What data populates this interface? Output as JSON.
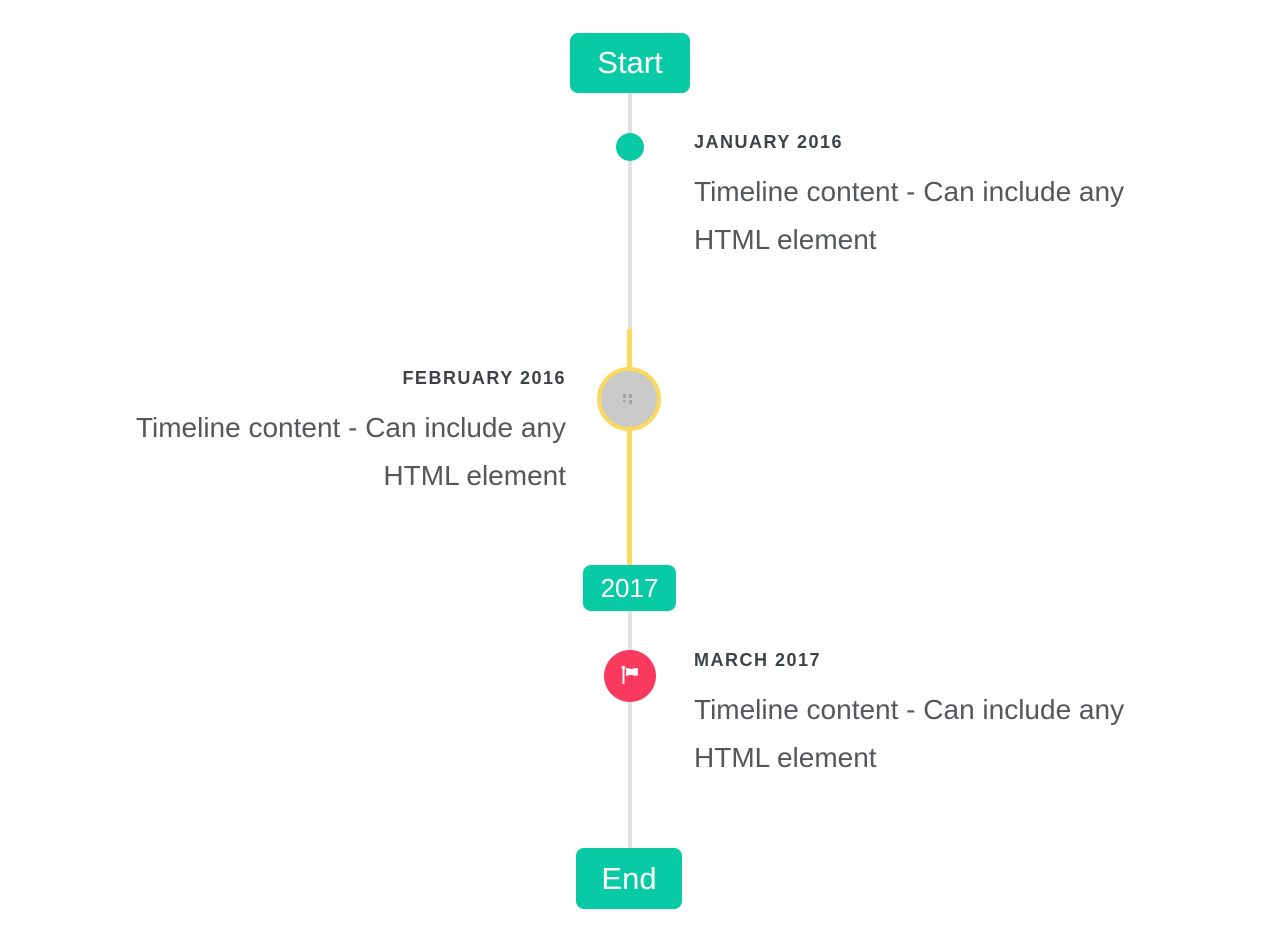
{
  "timeline": {
    "start_label": "Start",
    "year_marker_label": "2017",
    "end_label": "End",
    "items": [
      {
        "title": "JANUARY 2016",
        "content_lines": [
          "Timeline content - Can include any",
          "HTML element"
        ],
        "side": "right",
        "marker": "teal-dot"
      },
      {
        "title": "FEBRUARY 2016",
        "content_lines": [
          "Timeline content - Can include any",
          "HTML element"
        ],
        "side": "left",
        "marker": "image-circle-highlighted"
      },
      {
        "title": "MARCH 2017",
        "content_lines": [
          "Timeline content - Can include any",
          "HTML element"
        ],
        "side": "right",
        "marker": "flag-circle"
      }
    ],
    "colors": {
      "accent_teal": "#08cba6",
      "highlight_yellow": "#fbd95c",
      "flag_red": "#f9395e",
      "line_gray": "#e1e1e1",
      "circle_gray": "#c9c9c9",
      "title_text": "#3d4247",
      "body_text": "#54585c"
    }
  }
}
